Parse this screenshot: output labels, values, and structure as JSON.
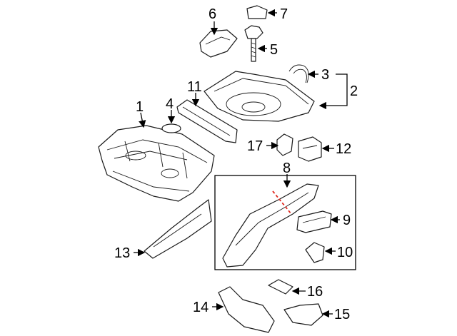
{
  "diagram": {
    "callouts": [
      "1",
      "2",
      "3",
      "4",
      "5",
      "6",
      "7",
      "8",
      "9",
      "10",
      "11",
      "12",
      "13",
      "14",
      "15",
      "16",
      "17"
    ]
  },
  "colors": {
    "line": "#1a1a1a",
    "cut_line": "#e0281e",
    "background": "#ffffff"
  }
}
